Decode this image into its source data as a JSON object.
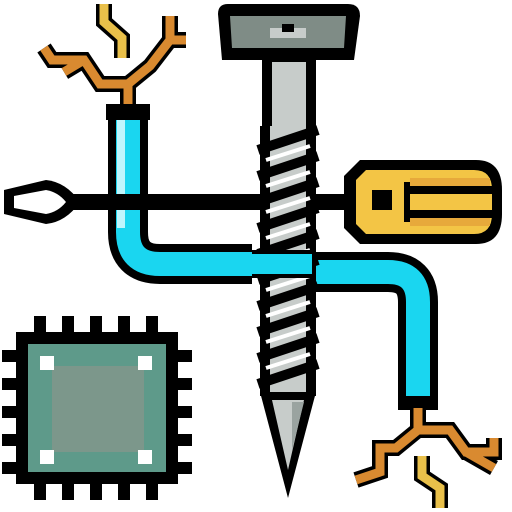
{
  "illustration": {
    "kind": "flat-outline icon",
    "subjects": [
      "screw",
      "screwdriver",
      "bent-pipe",
      "microchip",
      "electric-wires"
    ],
    "colors": {
      "outline": "#000000",
      "pipe": "#1ad6f0",
      "pipe_highlight": "#bff6fd",
      "screw_head": "#7f8c86",
      "screw_shank": "#c7ccca",
      "screw_thread": "#ffffff",
      "screwdriver_handle": "#f3c545",
      "screwdriver_grip": "#e7a93b",
      "screwdriver_tip": "#ffffff",
      "chip_body": "#5e9a8a",
      "chip_core": "#7c978b",
      "chip_pads": "#ffffff",
      "wire_orange": "#d98a30",
      "wire_yellow": "#e9c04a"
    }
  }
}
